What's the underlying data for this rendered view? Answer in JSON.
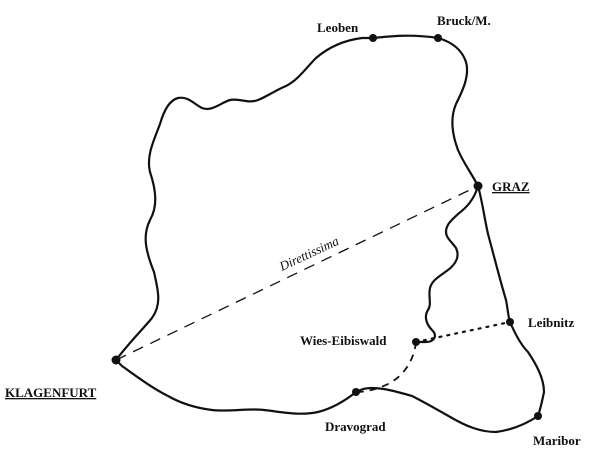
{
  "cities": {
    "leoben": "Leoben",
    "bruck": "Bruck/M.",
    "graz": "GRAZ",
    "leibnitz": "Leibnitz",
    "wies": "Wies-Eibiswald",
    "klagenfurt": "KLAGENFURT",
    "dravograd": "Dravograd",
    "maribor": "Maribor"
  },
  "routes": {
    "direttissima": "Direttissima"
  }
}
